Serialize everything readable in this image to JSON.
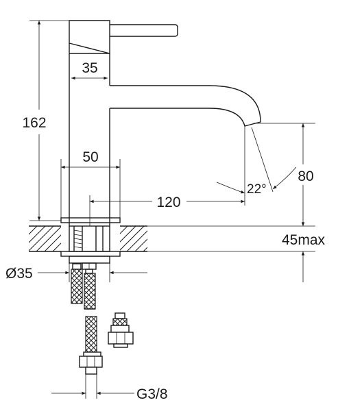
{
  "dimensions": {
    "height_total": "162",
    "body_width_top": "35",
    "body_width_lower": "50",
    "spout_reach": "120",
    "spout_height": "80",
    "spout_angle": "22°",
    "deck_thickness": "45max",
    "mount_diameter": "Ø35",
    "connection_thread": "G3/8"
  }
}
